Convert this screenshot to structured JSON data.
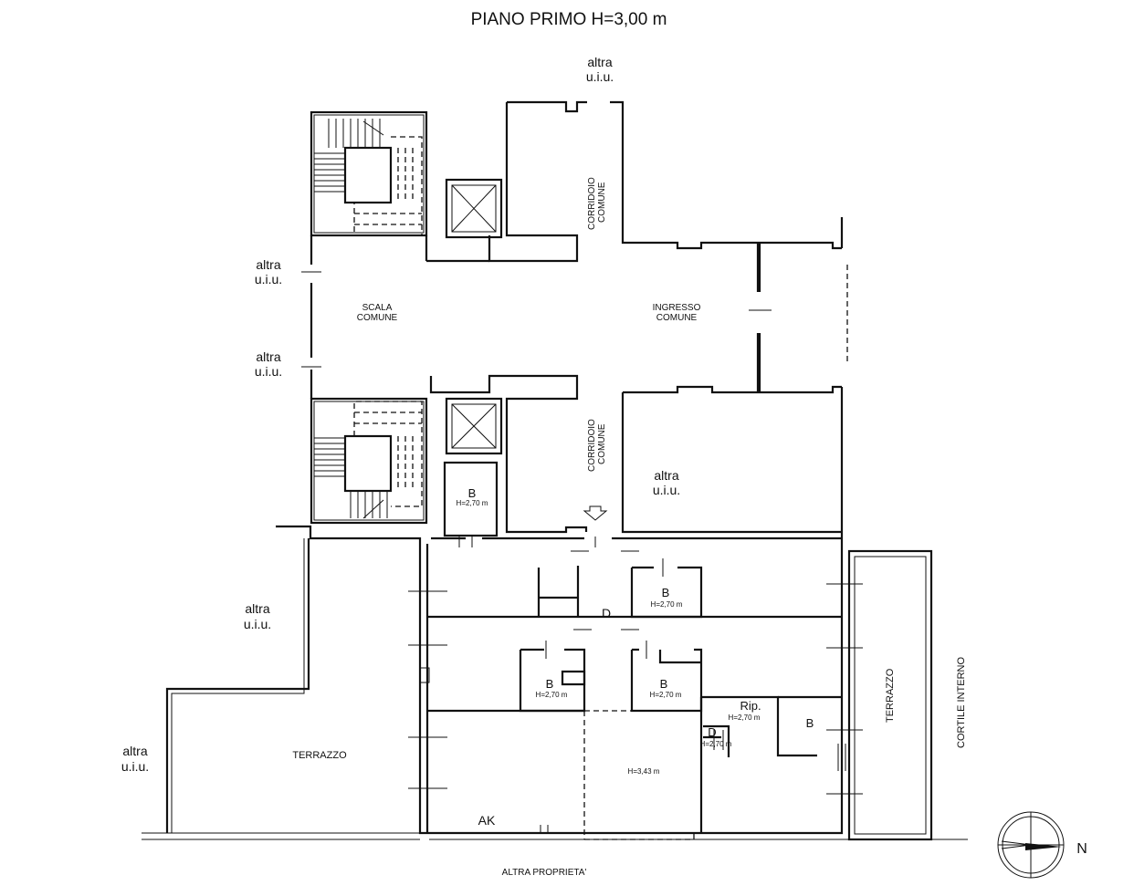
{
  "title": "PIANO PRIMO  H=3,00 m",
  "other_unit": [
    "altra",
    "u.i.u."
  ],
  "rooms": {
    "scala_comune": [
      "SCALA",
      "COMUNE"
    ],
    "ingresso_comune": [
      "INGRESSO",
      "COMUNE"
    ],
    "corridoio_comune": [
      "CORRIDOIO",
      "COMUNE"
    ],
    "terrazzo": "TERRAZZO",
    "cortile_interno": "CORTILE INTERNO",
    "altra_proprieta": "ALTRA PROPRIETA'",
    "bagno": "B",
    "disimpegno": "D",
    "ripostiglio": "Rip.",
    "ak": "AK",
    "h270": "H=2,70 m",
    "h343": "H=3,43 m"
  },
  "compass": {
    "north": "N"
  }
}
